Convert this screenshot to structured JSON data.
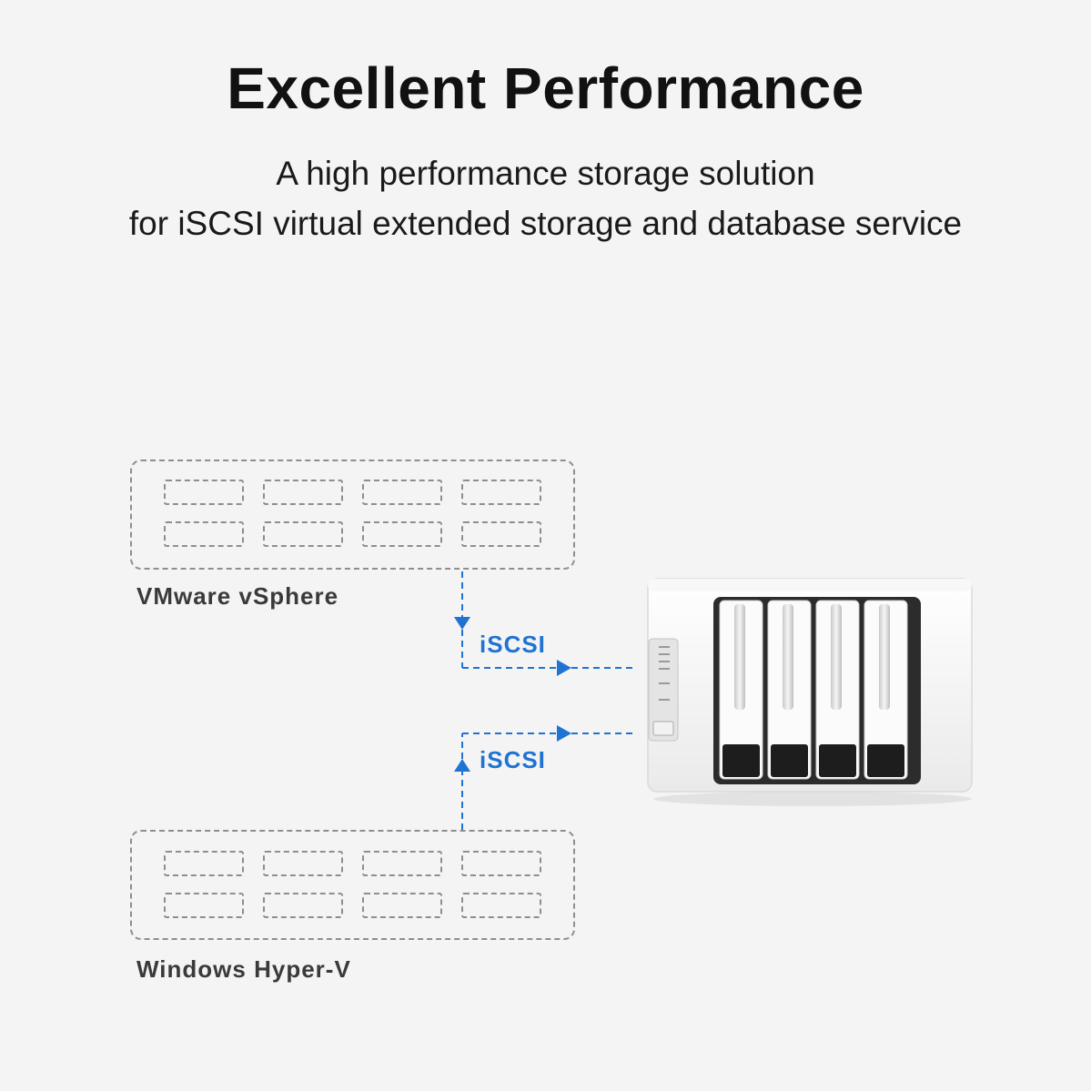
{
  "heading": {
    "title": "Excellent Performance",
    "subtitle_line1": "A high performance storage solution",
    "subtitle_line2": "for iSCSI virtual extended storage and database service"
  },
  "servers": [
    {
      "label": "VMware vSphere"
    },
    {
      "label": "Windows Hyper-V"
    }
  ],
  "connections": [
    {
      "label": "iSCSI"
    },
    {
      "label": "iSCSI"
    }
  ],
  "colors": {
    "accent": "#1f73d2",
    "dash_gray": "#8e8e8e",
    "background": "#f4f4f4"
  },
  "icons": {
    "storage_device": "nas-enclosure-icon"
  }
}
